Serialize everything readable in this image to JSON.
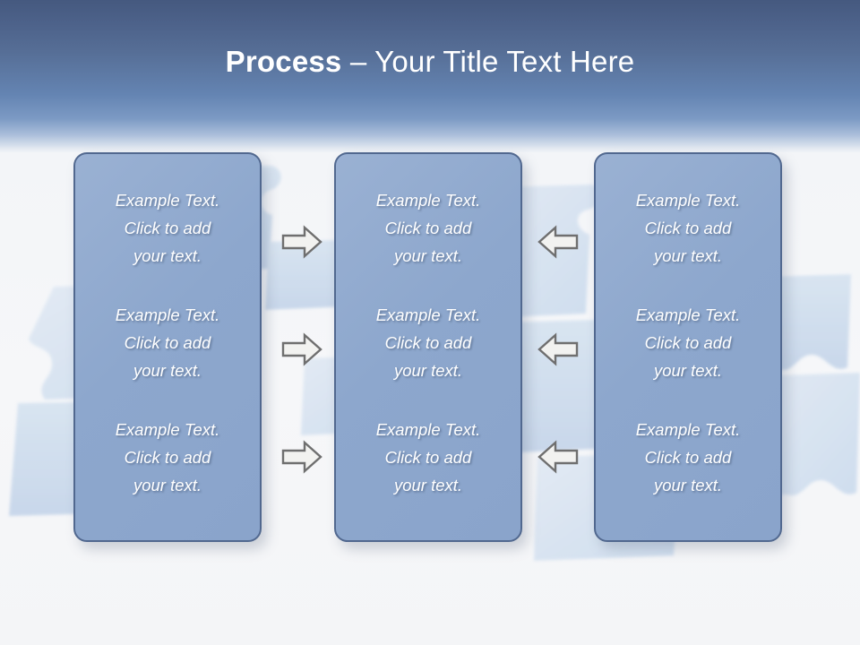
{
  "slide": {
    "title_strong": "Process",
    "title_rest": " – Your Title Text Here",
    "title_full": "Process – Your Title Text Here"
  },
  "theme": {
    "header_top_color": "#45597f",
    "header_bottom_color": "#7c9ac4",
    "body_background": "#f4f6f9",
    "box_fill": "#8da7cd",
    "box_border": "#51688f",
    "text_color": "#ffffff",
    "arrow_fill": "#f0f0ee",
    "arrow_outline": "#6d6d6d",
    "puzzle_color": "#cfdcec"
  },
  "columns": [
    {
      "name": "column-left",
      "items": [
        {
          "line1": "Example Text.",
          "line2": "Click  to add",
          "line3": "your text."
        },
        {
          "line1": "Example Text.",
          "line2": "Click  to add",
          "line3": "your text."
        },
        {
          "line1": "Example Text.",
          "line2": "Click  to add",
          "line3": "your text."
        }
      ]
    },
    {
      "name": "column-center",
      "items": [
        {
          "line1": "Example Text.",
          "line2": "Click  to add",
          "line3": "your text."
        },
        {
          "line1": "Example Text.",
          "line2": "Click  to add",
          "line3": "your text."
        },
        {
          "line1": "Example Text.",
          "line2": "Click  to add",
          "line3": "your text."
        }
      ]
    },
    {
      "name": "column-right",
      "items": [
        {
          "line1": "Example Text.",
          "line2": "Click  to add",
          "line3": "your text."
        },
        {
          "line1": "Example Text.",
          "line2": "Click  to add",
          "line3": "your text."
        },
        {
          "line1": "Example Text.",
          "line2": "Click  to add",
          "line3": "your text."
        }
      ]
    }
  ],
  "arrows": {
    "right": [
      {
        "icon": "arrow-right-icon",
        "direction": "right"
      },
      {
        "icon": "arrow-right-icon",
        "direction": "right"
      },
      {
        "icon": "arrow-right-icon",
        "direction": "right"
      }
    ],
    "left": [
      {
        "icon": "arrow-left-icon",
        "direction": "left"
      },
      {
        "icon": "arrow-left-icon",
        "direction": "left"
      },
      {
        "icon": "arrow-left-icon",
        "direction": "left"
      }
    ]
  }
}
